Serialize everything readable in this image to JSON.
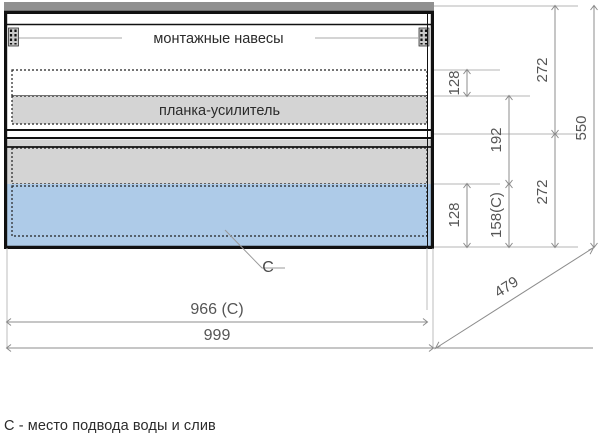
{
  "drawing": {
    "title_caption": "С - место подвода воды и слив",
    "labels": {
      "mounting_brackets": "монтажные навесы",
      "reinforcement_plank": "планка-усилитель",
      "water_point_marker": "С"
    },
    "colors": {
      "top_band": "#909090",
      "panel_gray": "#d4d4d4",
      "drawer_blue": "#aecbe8",
      "outline": "#111111",
      "dimension_line": "#8c8c8c",
      "text": "#333333"
    },
    "dimensions": {
      "vertical": [
        {
          "name": "upper-drawer-front-height",
          "value": "128"
        },
        {
          "name": "lower-drawer-front-height",
          "value": "128"
        },
        {
          "name": "middle-span",
          "value": "192"
        },
        {
          "name": "lower-section-with-water",
          "value": "158(C)"
        },
        {
          "name": "upper-module-height",
          "value": "272"
        },
        {
          "name": "lower-module-height",
          "value": "272"
        },
        {
          "name": "total-height",
          "value": "550"
        }
      ],
      "horizontal": [
        {
          "name": "inner-width-water-point",
          "value": "966 (C)"
        },
        {
          "name": "overall-width",
          "value": "999"
        }
      ],
      "diagonal": [
        {
          "name": "depth-diagonal",
          "value": "479"
        }
      ]
    }
  }
}
